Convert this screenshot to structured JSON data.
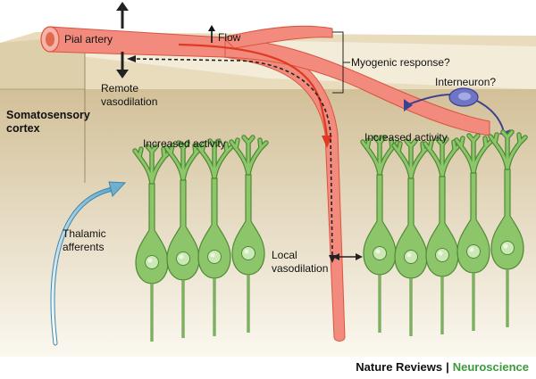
{
  "labels": {
    "pial_artery": "Pial artery",
    "flow": "Flow",
    "myogenic": "Myogenic response?",
    "remote_1": "Remote",
    "remote_2": "vasodilation",
    "interneuron": "Interneuron?",
    "region_1": "Somatosensory",
    "region_2": "cortex",
    "activity_left": "Increased activity",
    "activity_right": "Increased activity",
    "thalamic_1": "Thalamic",
    "thalamic_2": "afferents",
    "local_1": "Local",
    "local_2": "vasodilation"
  },
  "footer": {
    "publisher": "Nature Reviews",
    "separator": "|",
    "journal": "Neuroscience"
  },
  "colors": {
    "artery": "#f28b7d",
    "artery_edge": "#d9553f",
    "flow_arrow": "#e03a22",
    "neuron": "#8cc56a",
    "neuron_edge": "#4f8a35",
    "cortex_top": "#efe6cf",
    "cortex_front": "#d6c6a1",
    "afferent": "#6fb0cf",
    "interneuron": "#6f74c4"
  }
}
